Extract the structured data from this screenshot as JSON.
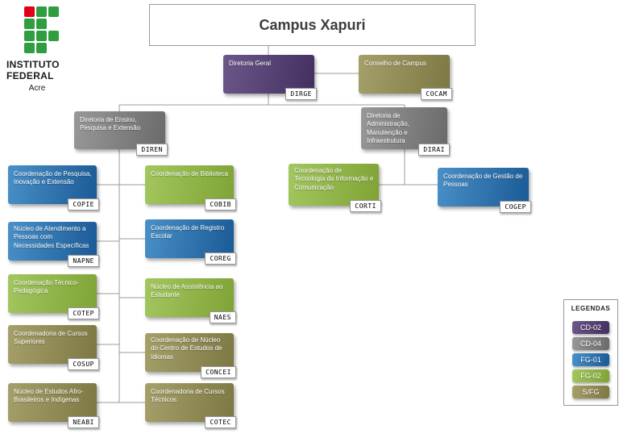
{
  "brand": {
    "line1": "INSTITUTO",
    "line2": "FEDERAL",
    "region": "Acre"
  },
  "title": "Campus Xapuri",
  "colors": {
    "purple": "#54426e",
    "gray": "#7f7f7f",
    "blue": "#2e74b5",
    "green": "#8fae3e",
    "olive": "#8f8a4f",
    "logo_green": "#2f9e41",
    "logo_red": "#e3001b"
  },
  "nodes": [
    {
      "label": "Diretoria Geral",
      "tag": "DIRGE",
      "category": "purple"
    },
    {
      "label": "Conselho de Campus",
      "tag": "COCAM",
      "category": "olive"
    },
    {
      "label": "Diretoria de Ensino, Pesquisa e Extensão",
      "tag": "DIREN",
      "category": "gray"
    },
    {
      "label": "Diretoria de Administração, Manutenção e Infraestrutura",
      "tag": "DIRAI",
      "category": "gray"
    },
    {
      "label": "Coordenação de Pesquisa, Inovação e Extensão",
      "tag": "COPIE",
      "category": "blue"
    },
    {
      "label": "Núcleo de Atendimento a Pessoas com Necessidades Específicas",
      "tag": "NAPNE",
      "category": "blue"
    },
    {
      "label": "Coordenação Técnico-Pedagógica",
      "tag": "COTEP",
      "category": "green"
    },
    {
      "label": "Coordenadoria de Cursos Superiores",
      "tag": "COSUP",
      "category": "olive"
    },
    {
      "label": "Núcleo de Estudos Afro-Brasileiros e Indígenas",
      "tag": "NEABI",
      "category": "olive"
    },
    {
      "label": "Coordenação de Biblioteca",
      "tag": "COBIB",
      "category": "green"
    },
    {
      "label": "Coordenação de Registro Escolar",
      "tag": "COREG",
      "category": "blue"
    },
    {
      "label": "Núcleo de Assistência ao Estudante",
      "tag": "NAES",
      "category": "green"
    },
    {
      "label": "Coordenação de Núcleo do Centro de Estudos de Idiomas",
      "tag": "CONCEI",
      "category": "olive"
    },
    {
      "label": "Coordenadoria de Cursos Técnicos",
      "tag": "COTEC",
      "category": "olive"
    },
    {
      "label": "Coordenação de Tecnologia da Informação e Comunicação",
      "tag": "CORTI",
      "category": "green"
    },
    {
      "label": "Coordenação de Gestão de Pessoas",
      "tag": "COGEP",
      "category": "blue"
    }
  ],
  "legend": {
    "title": "LEGENDAS",
    "items": [
      {
        "label": "CD-02",
        "category": "purple"
      },
      {
        "label": "CD-04",
        "category": "gray"
      },
      {
        "label": "FG-01",
        "category": "blue"
      },
      {
        "label": "FG-02",
        "category": "green"
      },
      {
        "label": "S/FG",
        "category": "olive"
      }
    ]
  }
}
